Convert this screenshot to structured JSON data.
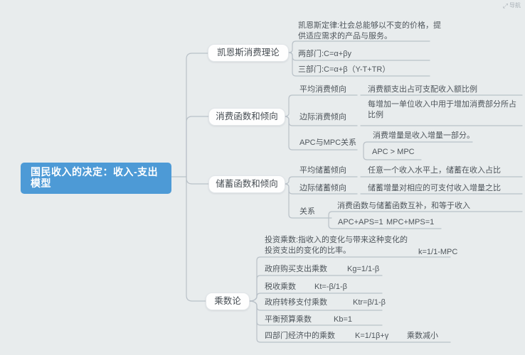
{
  "colors": {
    "canvas_bg": "#e8eced",
    "root_bg": "#4d9ad6",
    "root_text": "#ffffff",
    "node_text": "#4f565c",
    "connector": "#b9c1c8"
  },
  "watermark": {
    "icon": "⤢",
    "label": "导航"
  },
  "root": {
    "label": "国民收入的决定：收入-支出模型"
  },
  "branches": {
    "keynes": {
      "label": "凯恩斯消费理论",
      "law": "凯恩斯定律:社会总能够以不变的价格，提供适应需求的产品与服务。",
      "two_sector": "两部门:C=α+βy",
      "three_sector": "三部门:C=α+β（Y-T+TR）"
    },
    "consumption": {
      "label": "消费函数和倾向",
      "apc_label": "平均消费倾向",
      "apc_desc": "消费额支出占可支配收入额比例",
      "mpc_label": "边际消费倾向",
      "mpc_desc": "每增加一单位收入中用于增加消费部分所占比例",
      "relation_label": "APC与MPC关系",
      "relation_desc": "消费增量是收入增量一部分。",
      "relation_formula": "APC > MPC"
    },
    "saving": {
      "label": "储蓄函数和倾向",
      "aps_label": "平均储蓄倾向",
      "aps_desc": "任意一个收入水平上，储蓄在收入占比",
      "mps_label": "边际储蓄倾向",
      "mps_desc": "储蓄增量对相应的可支付收入增量之比",
      "relation_label": "关系",
      "relation_desc": "消费函数与储蓄函数互补，和等于收入",
      "relation_formula_1": "APC+APS=1",
      "relation_formula_2": "MPC+MPS=1"
    },
    "multiplier": {
      "label": "乘数论",
      "investment_desc": "投资乘数:指收入的变化与带来这种变化的投资支出的变化的比率。",
      "investment_formula": "k=1/1-MPC",
      "rows": [
        {
          "label": "政府购买支出乘数",
          "formula": "Kg=1/1-β"
        },
        {
          "label": "税收乘数",
          "formula": "Kt=-β/1-β"
        },
        {
          "label": "政府转移支付乘数",
          "formula": "Ktr=β/1-β"
        },
        {
          "label": "平衡预算乘数",
          "formula": "Kb=1"
        },
        {
          "label": "四部门经济中的乘数",
          "formula": "K=1/1β+γ",
          "note": "乘数减小"
        }
      ]
    }
  }
}
